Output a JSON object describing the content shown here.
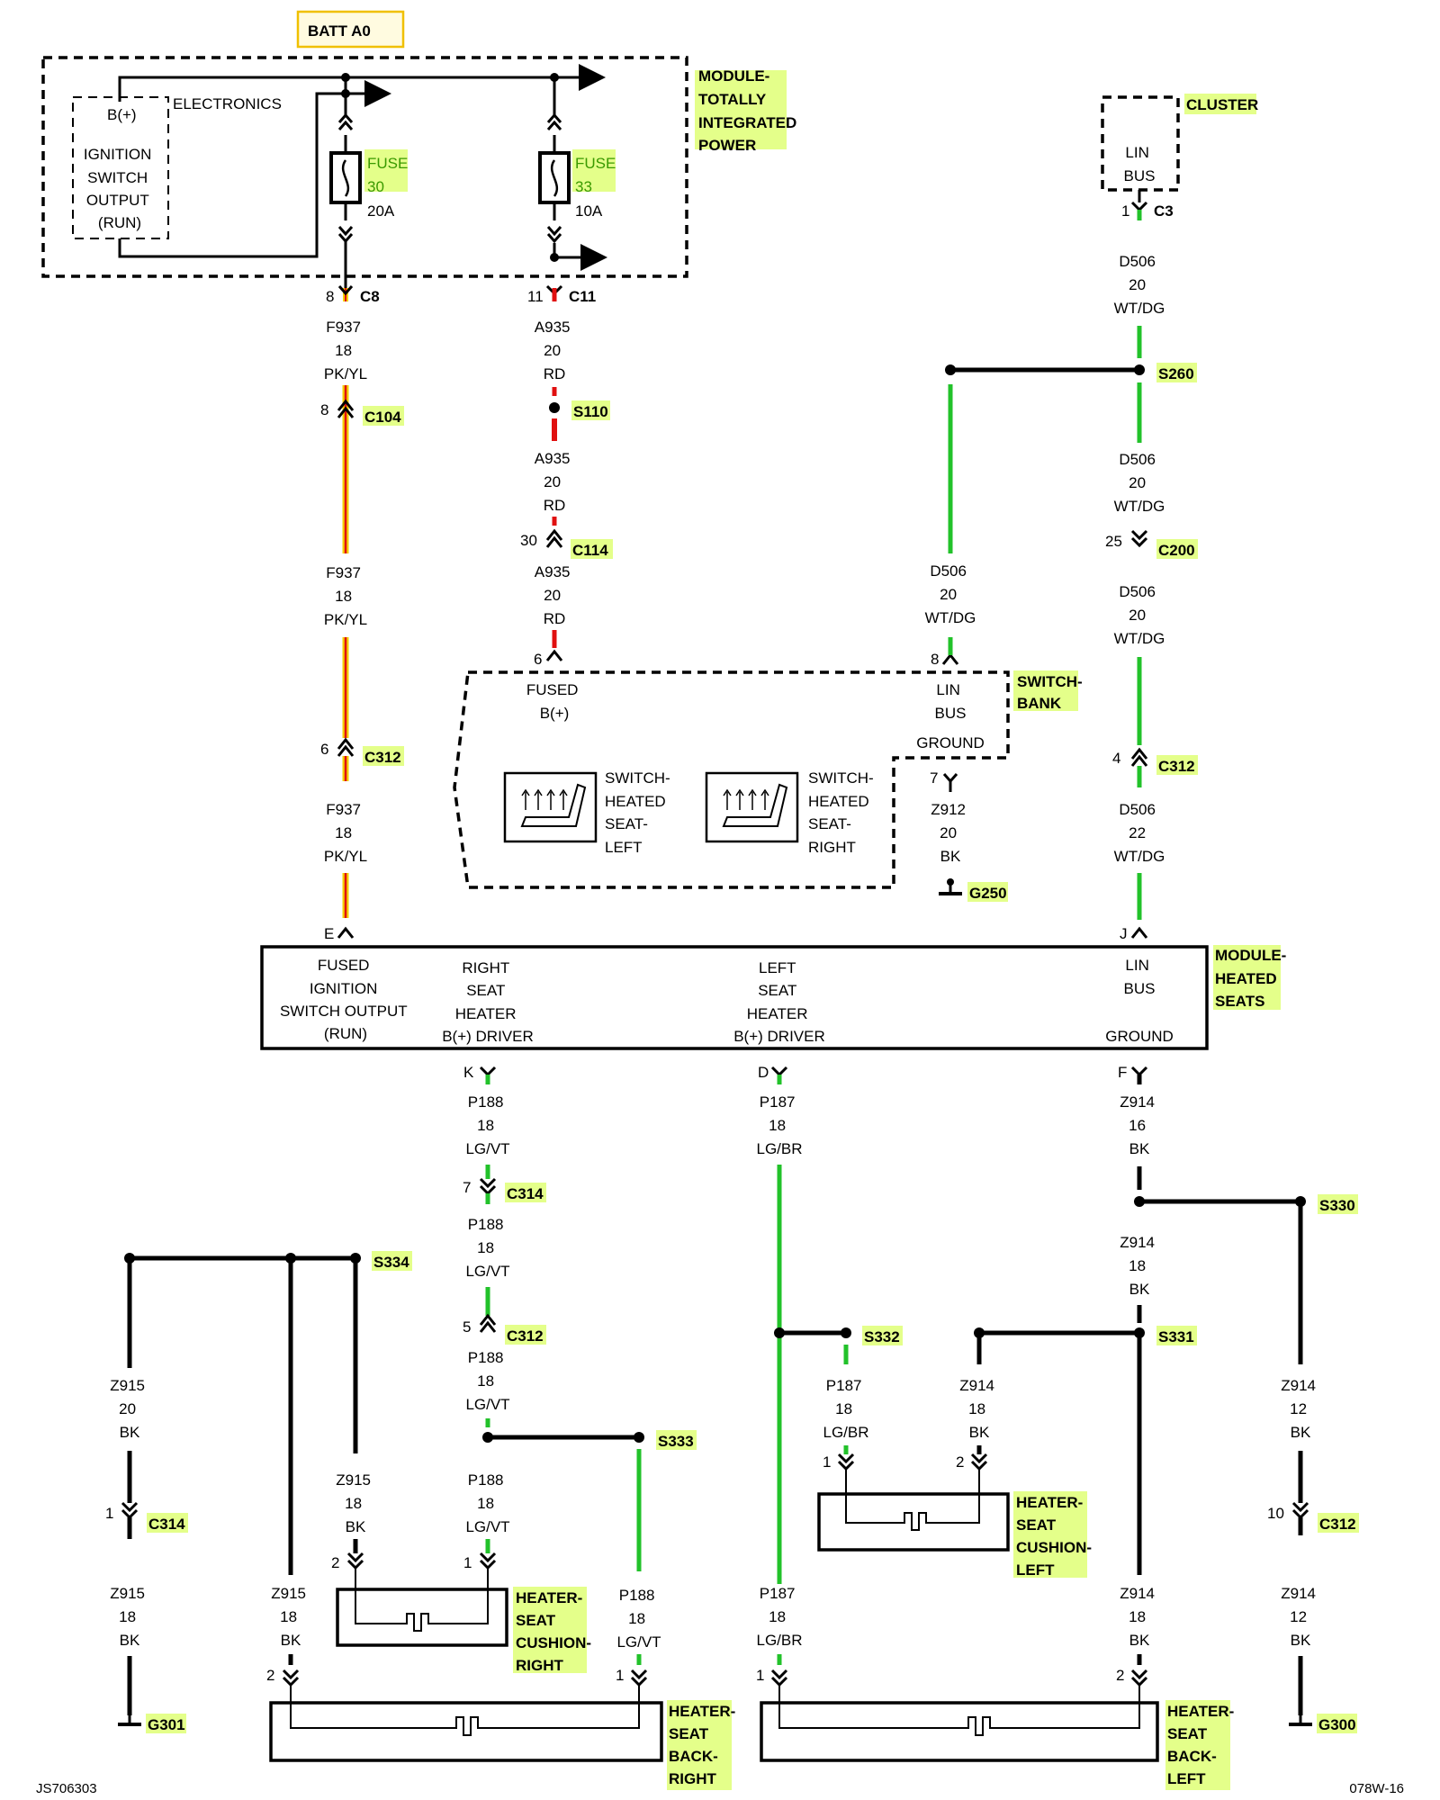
{
  "batt_label": "BATT A0",
  "module_tip": [
    "MODULE-",
    "TOTALLY",
    "INTEGRATED",
    "POWER"
  ],
  "electronics_label": "ELECTRONICS",
  "bplus_label": "B(+)",
  "ign_switch": [
    "IGNITION",
    "SWITCH",
    "OUTPUT",
    "(RUN)"
  ],
  "fuse30": {
    "label": "FUSE",
    "num": "30",
    "amps": "20A"
  },
  "fuse33": {
    "label": "FUSE",
    "num": "33",
    "amps": "10A"
  },
  "cluster_label": "CLUSTER",
  "cluster_pin": [
    "LIN",
    "BUS"
  ],
  "connectors": {
    "c3": "C3",
    "c3_pin": "1",
    "c8": "C8",
    "c8_pin": "8",
    "c11": "C11",
    "c11_pin": "11",
    "c104": "C104",
    "c104_pin": "8",
    "s110": "S110",
    "c114": "C114",
    "c114_pin": "30",
    "s260": "S260",
    "c200": "C200",
    "c200_pin": "25",
    "c312_a": "C312",
    "c312_a_pin": "6",
    "c312_b": "C312",
    "c312_b_pin": "4",
    "g250": "G250",
    "c314_a": "C314",
    "c314_a_pin": "7",
    "c312_c": "C312",
    "c312_c_pin": "5",
    "s330": "S330",
    "s331": "S331",
    "s332": "S332",
    "s333": "S333",
    "s334": "S334",
    "c314_b": "C314",
    "c314_b_pin": "1",
    "c312_d": "C312",
    "c312_d_pin": "10",
    "g301": "G301",
    "g300": "G300"
  },
  "wires": {
    "f937_a": [
      "F937",
      "18",
      "PK/YL"
    ],
    "f937_b": [
      "F937",
      "18",
      "PK/YL"
    ],
    "f937_c": [
      "F937",
      "18",
      "PK/YL"
    ],
    "a935_a": [
      "A935",
      "20",
      "RD"
    ],
    "a935_b": [
      "A935",
      "20",
      "RD"
    ],
    "a935_c": [
      "A935",
      "20",
      "RD"
    ],
    "d506_a": [
      "D506",
      "20",
      "WT/DG"
    ],
    "d506_b": [
      "D506",
      "20",
      "WT/DG"
    ],
    "d506_c": [
      "D506",
      "20",
      "WT/DG"
    ],
    "d506_d": [
      "D506",
      "22",
      "WT/DG"
    ],
    "d506_sw": [
      "D506",
      "20",
      "WT/DG"
    ],
    "z912": [
      "Z912",
      "20",
      "BK"
    ],
    "p188_a": [
      "P188",
      "18",
      "LG/VT"
    ],
    "p188_b": [
      "P188",
      "18",
      "LG/VT"
    ],
    "p188_c": [
      "P188",
      "18",
      "LG/VT"
    ],
    "p188_d": [
      "P188",
      "18",
      "LG/VT"
    ],
    "p188_e": [
      "P188",
      "18",
      "LG/VT"
    ],
    "p187_a": [
      "P187",
      "18",
      "LG/BR"
    ],
    "p187_b": [
      "P187",
      "18",
      "LG/BR"
    ],
    "p187_c": [
      "P187",
      "18",
      "LG/BR"
    ],
    "z914_a": [
      "Z914",
      "16",
      "BK"
    ],
    "z914_b": [
      "Z914",
      "18",
      "BK"
    ],
    "z914_c": [
      "Z914",
      "18",
      "BK"
    ],
    "z914_d": [
      "Z914",
      "18",
      "BK"
    ],
    "z914_e": [
      "Z914",
      "12",
      "BK"
    ],
    "z914_f": [
      "Z914",
      "12",
      "BK"
    ],
    "z915_a": [
      "Z915",
      "20",
      "BK"
    ],
    "z915_b": [
      "Z915",
      "18",
      "BK"
    ],
    "z915_c": [
      "Z915",
      "18",
      "BK"
    ],
    "z915_d": [
      "Z915",
      "18",
      "BK"
    ]
  },
  "switch_bank": {
    "label": [
      "SWITCH-",
      "BANK"
    ],
    "fused": [
      "FUSED",
      "B(+)"
    ],
    "lin": [
      "LIN",
      "BUS"
    ],
    "ground": "GROUND",
    "pin_fused": "6",
    "pin_lin": "8",
    "pin_ground": "7",
    "sw_left": [
      "SWITCH-",
      "HEATED",
      "SEAT-",
      "LEFT"
    ],
    "sw_right": [
      "SWITCH-",
      "HEATED",
      "SEAT-",
      "RIGHT"
    ]
  },
  "heated_seats_module": {
    "label": [
      "MODULE-",
      "HEATED",
      "SEATS"
    ],
    "fused_ign": [
      "FUSED",
      "IGNITION",
      "SWITCH OUTPUT",
      "(RUN)"
    ],
    "right_drv": [
      "RIGHT",
      "SEAT",
      "HEATER",
      "B(+) DRIVER"
    ],
    "left_drv": [
      "LEFT",
      "SEAT",
      "HEATER",
      "B(+) DRIVER"
    ],
    "lin": [
      "LIN",
      "BUS"
    ],
    "ground": "GROUND",
    "pin_e": "E",
    "pin_j": "J",
    "pin_k": "K",
    "pin_d": "D",
    "pin_f": "F"
  },
  "heaters": {
    "cushion_right": [
      "HEATER-",
      "SEAT",
      "CUSHION-",
      "RIGHT"
    ],
    "cushion_left": [
      "HEATER-",
      "SEAT",
      "CUSHION-",
      "LEFT"
    ],
    "back_right": [
      "HEATER-",
      "SEAT",
      "BACK-",
      "RIGHT"
    ],
    "back_left": [
      "HEATER-",
      "SEAT",
      "BACK-",
      "LEFT"
    ],
    "pin1": "1",
    "pin2": "2"
  },
  "footer_left": "JS706303",
  "footer_right": "078W-16",
  "colors": {
    "red": "#e01010",
    "yellow": "#f5d000",
    "green": "#22c22a",
    "highlight": "#e4ff8a",
    "batt_border": "#f0c000"
  }
}
